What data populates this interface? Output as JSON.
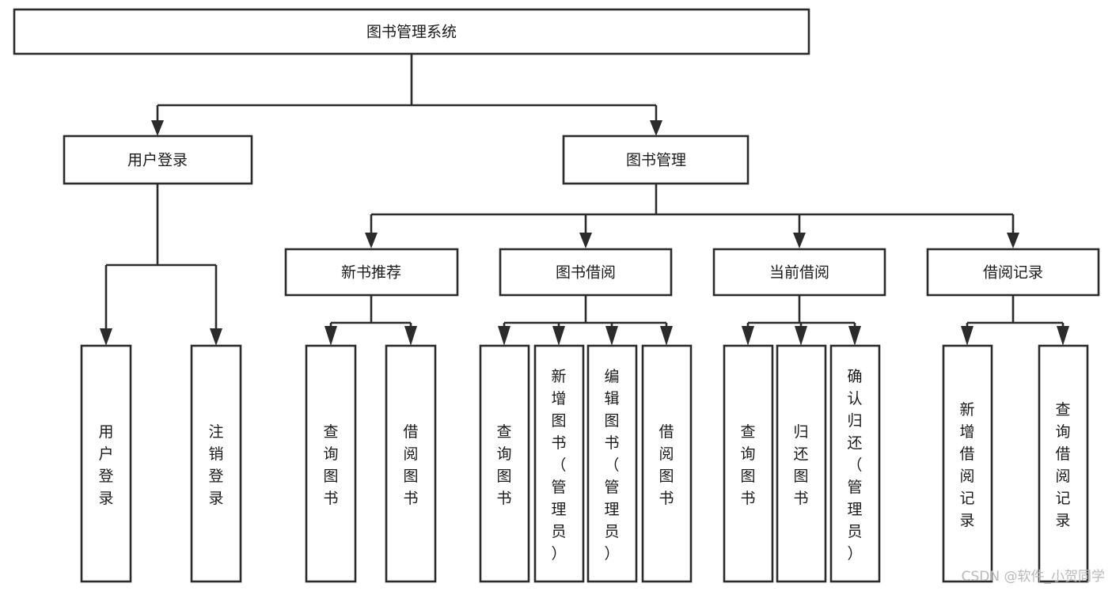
{
  "diagram": {
    "type": "tree-hierarchy",
    "title": "图书管理系统",
    "orientation": "top-down",
    "colors": {
      "box_stroke": "#2b2b2b",
      "box_fill": "#ffffff",
      "connector": "#2b2b2b",
      "text": "#1a1a1a",
      "watermark": "#b9b9b9",
      "background": "#ffffff"
    },
    "root": {
      "label": "图书管理系统"
    },
    "level1": [
      {
        "label": "用户登录"
      },
      {
        "label": "图书管理"
      }
    ],
    "level2": [
      {
        "label": "新书推荐"
      },
      {
        "label": "图书借阅"
      },
      {
        "label": "当前借阅"
      },
      {
        "label": "借阅记录"
      }
    ],
    "leaves": {
      "user_login": [
        {
          "label": "用户登录"
        },
        {
          "label": "注销登录"
        }
      ],
      "new_book_recommend": [
        {
          "label": "查询图书"
        },
        {
          "label": "借阅图书"
        }
      ],
      "book_borrow": [
        {
          "label": "查询图书"
        },
        {
          "label": "新增图书（管理员）"
        },
        {
          "label": "编辑图书（管理员）"
        },
        {
          "label": "借阅图书"
        }
      ],
      "current_borrow": [
        {
          "label": "查询图书"
        },
        {
          "label": "归还图书"
        },
        {
          "label": "确认归还（管理员）"
        }
      ],
      "borrow_record": [
        {
          "label": "新增借阅记录"
        },
        {
          "label": "查询借阅记录"
        }
      ]
    }
  },
  "watermark": {
    "text": "CSDN @软件_小贺同学"
  }
}
